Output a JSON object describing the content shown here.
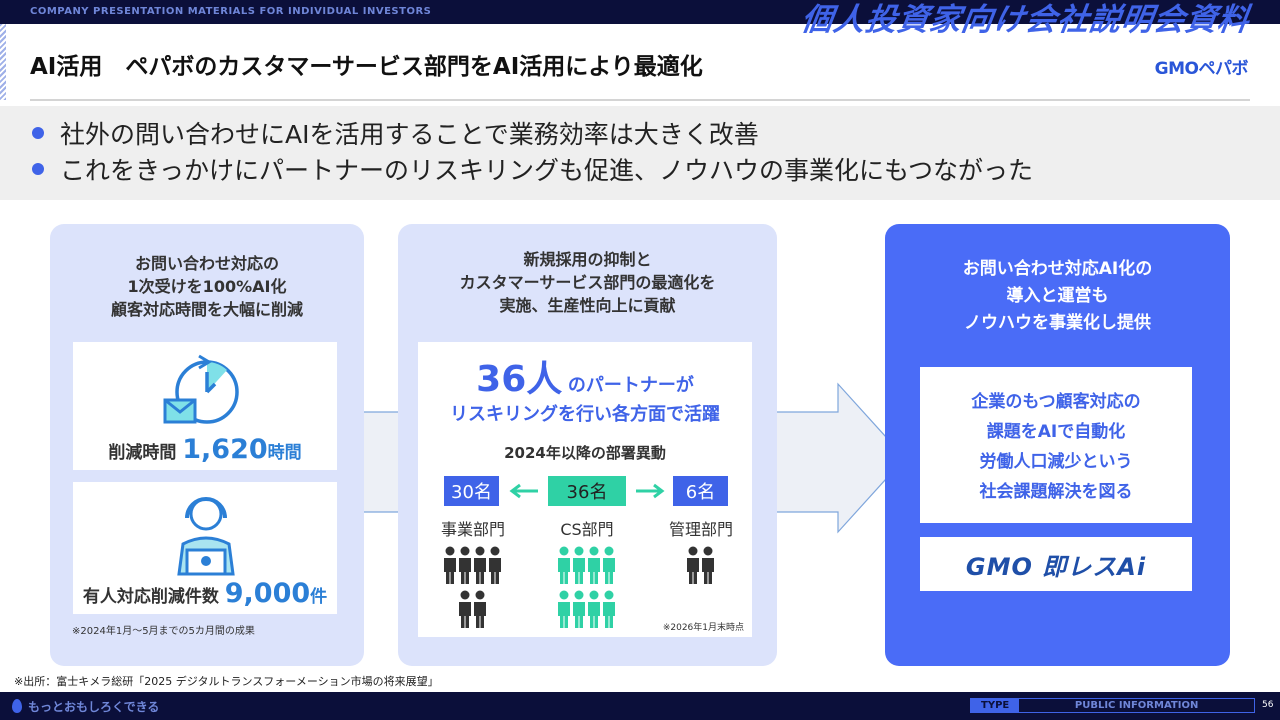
{
  "header": {
    "subtitle": "COMPANY PRESENTATION MATERIALS FOR INDIVIDUAL INVESTORS",
    "deck_title": "個人投資家向け会社説明会資料"
  },
  "title": "AI活用　ペパボのカスタマーサービス部門をAI活用により最適化",
  "brand": "GMOペパボ",
  "bullets": [
    "社外の問い合わせにAIを活用することで業務効率は大きく改善",
    "これをきっかけにパートナーのリスキリングも促進、ノウハウの事業化にもつながった"
  ],
  "card1": {
    "heading": [
      "お問い合わせ対応の",
      "1次受けを100%AI化",
      "顧客対応時間を大幅に削減"
    ],
    "stat1": {
      "label": "削減時間",
      "value": "1,620",
      "unit": "時間"
    },
    "stat2": {
      "label": "有人対応削減件数",
      "value": "9,000",
      "unit": "件"
    },
    "note": "※2024年1月〜5月までの5カ月間の成果"
  },
  "card2": {
    "heading": [
      "新規採用の抑制と",
      "カスタマーサービス部門の最適化を",
      "実施、生産性向上に貢献"
    ],
    "big_number": "36人",
    "big_suffix": "のパートナーが",
    "line2": "リスキリングを行い各方面で活躍",
    "transfer_title": "2024年以降の部署異動",
    "depts": [
      {
        "count": "30名",
        "name": "事業部門",
        "people": 6
      },
      {
        "count": "36名",
        "name": "CS部門",
        "people": 8
      },
      {
        "count": "6名",
        "name": "管理部門",
        "people": 2
      }
    ],
    "note": "※2026年1月末時点"
  },
  "card3": {
    "heading": [
      "お問い合わせ対応AI化の",
      "導入と運営も",
      "ノウハウを事業化し提供"
    ],
    "body": [
      "企業のもつ顧客対応の",
      "課題をAIで自動化",
      "労働人口減少という",
      "社会課題解決を図る"
    ],
    "product_logo": "GMO 即レスAi"
  },
  "source": "※出所：富士キメラ総研「2025 デジタルトランスフォーメーション市場の将来展望」",
  "footer": {
    "tagline": "もっとおもしろくできる",
    "type_label": "TYPE",
    "type_value": "PUBLIC INFORMATION",
    "page": "56"
  },
  "colors": {
    "navy": "#0b0f3a",
    "accent": "#3f63e8",
    "teal": "#2fd1a5",
    "card": "#dce3fb"
  }
}
